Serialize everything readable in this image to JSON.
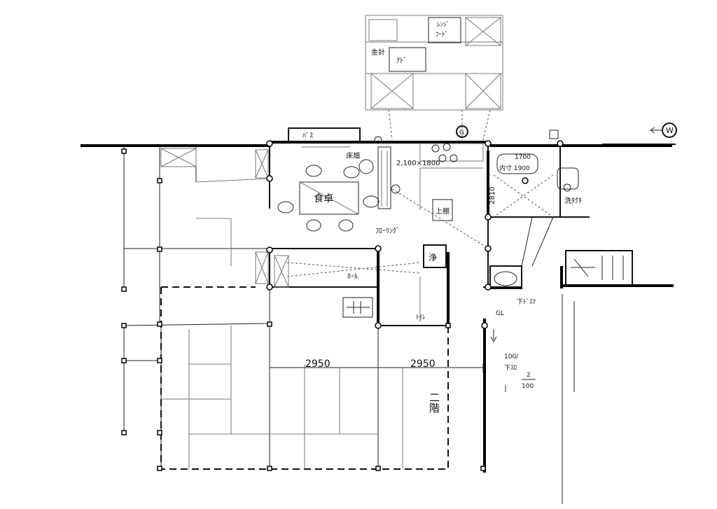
{
  "labels": {
    "bath": "ﾚﾝｼﾞ",
    "bath2": "ﾌｰﾄﾞ",
    "kitchen_item": "ｱﾄﾞ",
    "gas_small": "金計",
    "tub": "ﾊﾞｽ",
    "dining_table": "食卓",
    "tokonoma": "床畑",
    "size_2100": "2,100×1800",
    "floor": "ﾌﾛｰﾘﾝｸﾞ",
    "kitchen_label": "上棚",
    "size_1700": "1700",
    "size_1900": "内寸 1900",
    "dim_2810": "2810",
    "washing": "洗ﾀｸｷ",
    "toilet": "浄",
    "bidet": "ﾄｲﾚ",
    "hall": "ﾎｰﾙ",
    "shoes": "下ﾄﾞｽﾏ",
    "gl": "GL",
    "slope1": "100/",
    "slope2": "下ｽﾛ",
    "slope3": "2",
    "slope4": "100",
    "dim_2950_a": "2950",
    "dim_2950_b": "2950",
    "second_floor": "二階",
    "water_symbol": "W",
    "gas_symbol": "G"
  },
  "colors": {
    "ink": "#111111",
    "paper": "#ffffff"
  }
}
